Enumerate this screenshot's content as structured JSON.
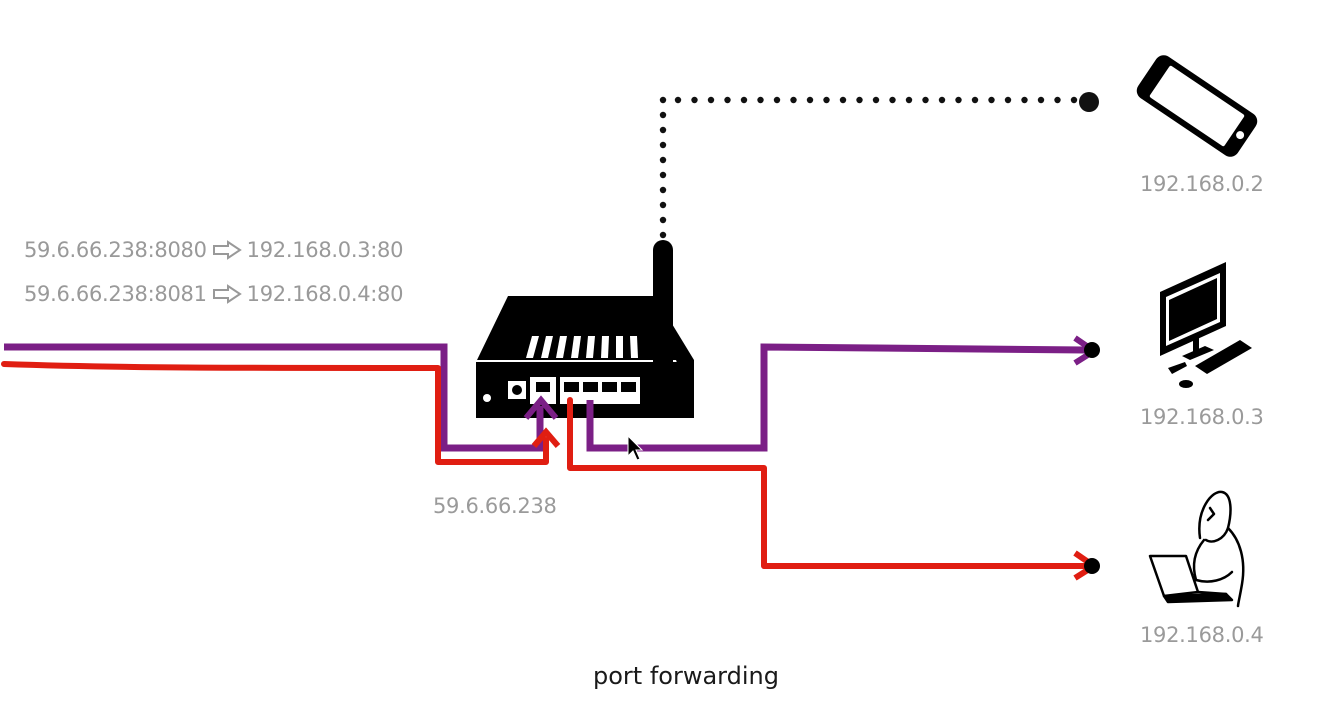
{
  "forwarding_rules": [
    {
      "from": "59.6.66.238:8080",
      "to": "192.168.0.3:80"
    },
    {
      "from": "59.6.66.238:8081",
      "to": "192.168.0.4:80"
    }
  ],
  "router": {
    "public_ip": "59.6.66.238"
  },
  "devices": [
    {
      "name": "phone",
      "ip": "192.168.0.2"
    },
    {
      "name": "desktop",
      "ip": "192.168.0.3"
    },
    {
      "name": "laptop",
      "ip": "192.168.0.4"
    }
  ],
  "caption": "port forwarding",
  "colors": {
    "purple_path": "#7b1f86",
    "red_path": "#e01e12",
    "wifi_dots": "#111111",
    "label_gray": "#9a9a9a"
  },
  "icons": [
    "router-icon",
    "phone-icon",
    "desktop-computer-icon",
    "person-with-laptop-icon",
    "mouse-cursor-icon",
    "hollow-arrow-icon"
  ]
}
